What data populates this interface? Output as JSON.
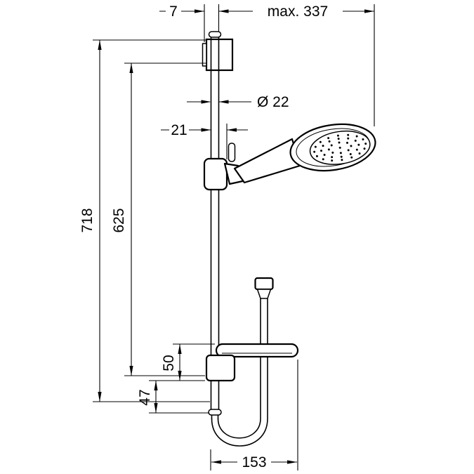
{
  "drawing": {
    "background_color": "#ffffff",
    "line_color": "#000000",
    "dimensions": {
      "wall_offset": "7",
      "max_width": "max. 337",
      "bar_diameter": "Ø 22",
      "slider_offset": "21",
      "total_height": "718",
      "rail_span": "625",
      "bracket_span": "50",
      "lower_span": "47",
      "hose_loop_width": "153"
    }
  }
}
